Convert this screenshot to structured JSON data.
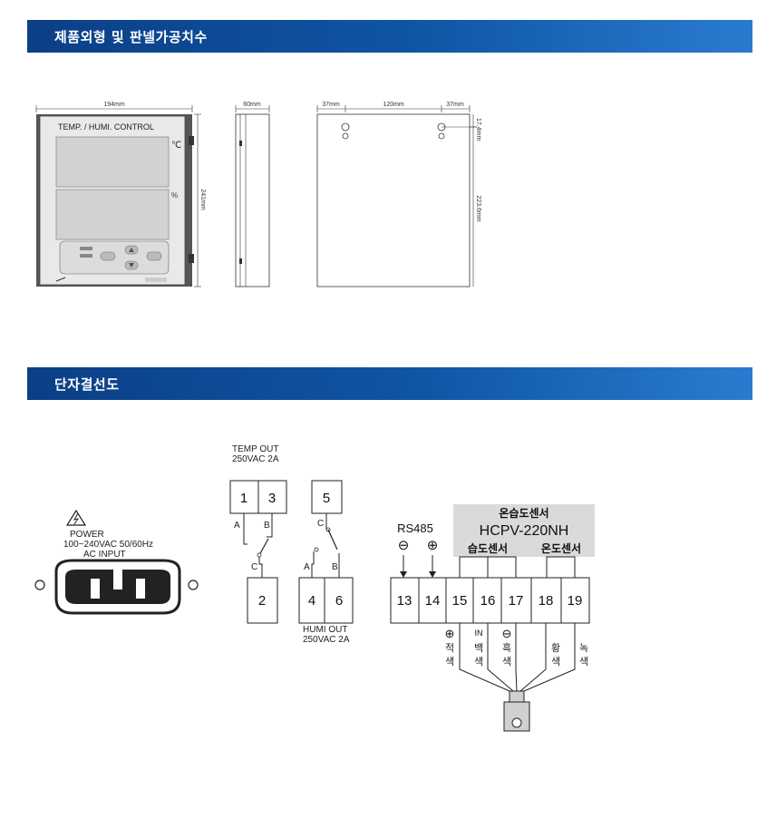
{
  "section1": {
    "title": "제품외형 및 판넬가공치수"
  },
  "section2": {
    "title": "단자결선도"
  },
  "dims": {
    "front_width": "194mm",
    "front_height": "241mm",
    "side_depth": "60mm",
    "back_left": "37mm",
    "back_mid": "120mm",
    "back_right": "37mm",
    "back_top": "17.4mm",
    "back_height": "223.6mm"
  },
  "front_panel": {
    "title": "TEMP. / HUMI. CONTROL",
    "unit_temp": "℃",
    "unit_humi": "%"
  },
  "power": {
    "label1": "POWER",
    "label2": "100~240VAC 50/60Hz",
    "label3": "AC INPUT"
  },
  "temp_out": {
    "title": "TEMP OUT",
    "rating": "250VAC 2A",
    "t1": "1",
    "t3": "3",
    "t2": "2",
    "a": "A",
    "b": "B",
    "c": "C"
  },
  "humi_out": {
    "title": "HUMI OUT",
    "rating": "250VAC 2A",
    "t5": "5",
    "t4": "4",
    "t6": "6",
    "a": "A",
    "b": "B",
    "c": "C"
  },
  "sensor": {
    "header": "온습도센서",
    "model": "HCPV-220NH",
    "humi": "습도센서",
    "temp": "온도센서",
    "rs485": "RS485",
    "minus": "⊖",
    "plus": "⊕",
    "terminals": [
      "13",
      "14",
      "15",
      "16",
      "17",
      "18",
      "19"
    ],
    "wires": {
      "w15_sym": "⊕",
      "w15a": "적",
      "w15b": "색",
      "w16_in": "IN",
      "w16a": "백",
      "w16b": "색",
      "w17_sym": "⊖",
      "w17a": "흑",
      "w17b": "색",
      "w18a": "황",
      "w18b": "색",
      "w19a": "녹",
      "w19b": "색"
    }
  }
}
